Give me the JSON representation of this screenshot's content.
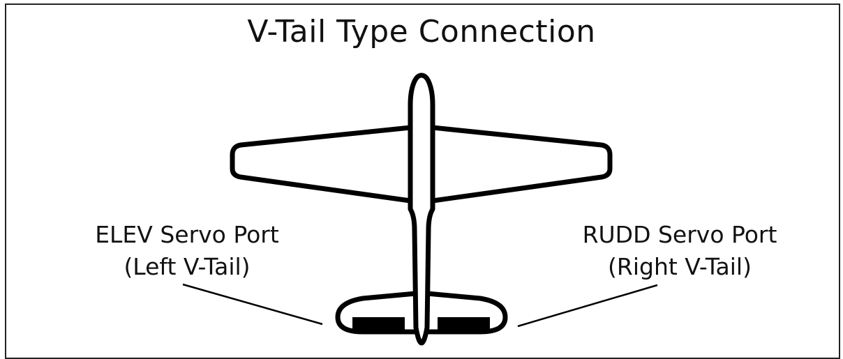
{
  "diagram": {
    "title": "V-Tail Type Connection",
    "left_label": {
      "line1": "ELEV Servo Port",
      "line2": "(Left V-Tail)"
    },
    "right_label": {
      "line1": "RUDD Servo Port",
      "line2": "(Right V-Tail)"
    }
  },
  "colors": {
    "stroke": "#000000",
    "servo_fill": "#000000",
    "background": "#ffffff"
  }
}
